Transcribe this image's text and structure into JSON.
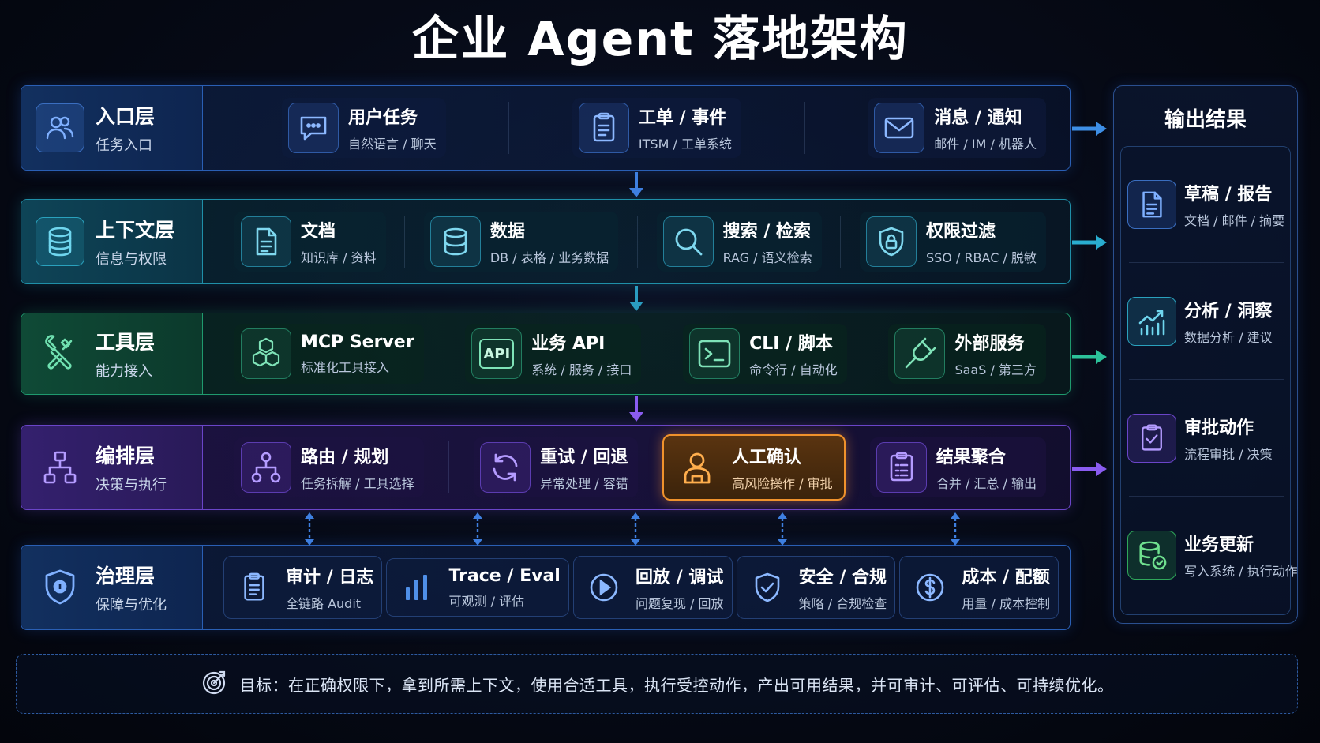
{
  "title": "企业 Agent 落地架构",
  "layers": [
    {
      "name": "入口层",
      "sub": "任务入口",
      "icon": "users-icon",
      "color": "#2a5fb4",
      "items": [
        {
          "name": "用户任务",
          "sub": "自然语言 / 聊天",
          "icon": "chat-icon"
        },
        {
          "name": "工单 / 事件",
          "sub": "ITSM / 工单系统",
          "icon": "clipboard-icon"
        },
        {
          "name": "消息 / 通知",
          "sub": "邮件 / IM / 机器人",
          "icon": "mail-icon"
        }
      ]
    },
    {
      "name": "上下文层",
      "sub": "信息与权限",
      "icon": "database-icon",
      "color": "#1f8fa8",
      "items": [
        {
          "name": "文档",
          "sub": "知识库 / 资料",
          "icon": "document-icon"
        },
        {
          "name": "数据",
          "sub": "DB / 表格 / 业务数据",
          "icon": "database-icon"
        },
        {
          "name": "搜索 / 检索",
          "sub": "RAG / 语义检索",
          "icon": "search-icon"
        },
        {
          "name": "权限过滤",
          "sub": "SSO / RBAC / 脱敏",
          "icon": "shield-lock-icon"
        }
      ]
    },
    {
      "name": "工具层",
      "sub": "能力接入",
      "icon": "tools-icon",
      "color": "#1f9a6e",
      "items": [
        {
          "name": "MCP Server",
          "sub": "标准化工具接入",
          "icon": "cubes-icon"
        },
        {
          "name": "业务 API",
          "sub": "系统 / 服务 / 接口",
          "icon": "api-icon",
          "icon_text": "API"
        },
        {
          "name": "CLI / 脚本",
          "sub": "命令行 / 自动化",
          "icon": "terminal-icon"
        },
        {
          "name": "外部服务",
          "sub": "SaaS / 第三方",
          "icon": "plug-icon"
        }
      ]
    },
    {
      "name": "编排层",
      "sub": "决策与执行",
      "icon": "hierarchy-icon",
      "color": "#6a45c8",
      "items": [
        {
          "name": "路由 / 规划",
          "sub": "任务拆解 / 工具选择",
          "icon": "route-icon"
        },
        {
          "name": "重试 / 回退",
          "sub": "异常处理 / 容错",
          "icon": "refresh-icon"
        },
        {
          "name": "人工确认",
          "sub": "高风险操作 / 审批",
          "icon": "person-icon",
          "highlight": true
        },
        {
          "name": "结果聚合",
          "sub": "合并 / 汇总 / 输出",
          "icon": "checklist-icon"
        }
      ]
    },
    {
      "name": "治理层",
      "sub": "保障与优化",
      "icon": "shield-icon",
      "color": "#2a5fb4",
      "items": [
        {
          "name": "审计 / 日志",
          "sub": "全链路 Audit",
          "icon": "clipboard-icon"
        },
        {
          "name": "Trace / Eval",
          "sub": "可观测 / 评估",
          "icon": "bar-chart-icon"
        },
        {
          "name": "回放 / 调试",
          "sub": "问题复现 / 回放",
          "icon": "play-icon"
        },
        {
          "name": "安全 / 合规",
          "sub": "策略 / 合规检查",
          "icon": "shield-check-icon"
        },
        {
          "name": "成本 / 配额",
          "sub": "用量 / 成本控制",
          "icon": "dollar-icon"
        }
      ]
    }
  ],
  "output": {
    "title": "输出结果",
    "items": [
      {
        "name": "草稿 / 报告",
        "sub": "文档 / 邮件 / 摘要",
        "icon": "document-icon",
        "color": "#4f8fe8"
      },
      {
        "name": "分析 / 洞察",
        "sub": "数据分析 / 建议",
        "icon": "line-chart-icon",
        "color": "#2bb3d1"
      },
      {
        "name": "审批动作",
        "sub": "流程审批 / 决策",
        "icon": "clipboard-check-icon",
        "color": "#9a6cf0"
      },
      {
        "name": "业务更新",
        "sub": "写入系统 / 执行动作",
        "icon": "database-sync-icon",
        "color": "#3ccf6e"
      }
    ]
  },
  "goal": {
    "icon": "target-icon",
    "text": "目标：在正确权限下，拿到所需上下文，使用合适工具，执行受控动作，产出可用结果，并可审计、可评估、可持续优化。"
  }
}
